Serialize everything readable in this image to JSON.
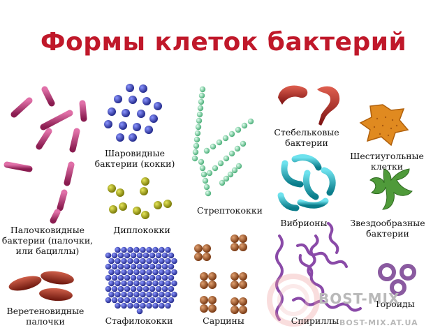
{
  "title": "Формы клеток бактерий",
  "labels": {
    "sharovidnye": "Шаровидные\nбактерии (кокки)",
    "streptokokki": "Стрептококки",
    "stebelkovye": "Стебельковые\nбактерии",
    "shestiugolnye": "Шестиугольные\nклетки",
    "palochkovidnye": "Палочковидные\nбактерии (палочки,\nили бациллы)",
    "diplokokki": "Диплококки",
    "vibriony": "Вибрионы",
    "zvezdoobraznye": "Звездообразные\nбактерии",
    "veretenovidnye": "Веретеновидные\nпалочки",
    "stafilokokki": "Стафилококки",
    "sarciny": "Сарцины",
    "spirilly": "Спириллы",
    "toroidy": "Тороиды"
  },
  "watermark": {
    "logo": "BOST-MIX",
    "url": "BOST-MIX.AT.UA"
  },
  "colors": {
    "title": "#c0182a",
    "rods": "#b0306a",
    "cocci": "#2c3c9c",
    "strepto": "#7fd1a0",
    "diplo": "#9a9a10",
    "stalk": "#b02828",
    "hexa": "#e08a20",
    "vibrio": "#1aa6b4",
    "star": "#4f9a3a",
    "spindle": "#9a2a1e",
    "staph": "#3338c0",
    "sarcina": "#a0582a",
    "spirilla": "#8a4aa8",
    "toroid": "#8a5aa0"
  }
}
